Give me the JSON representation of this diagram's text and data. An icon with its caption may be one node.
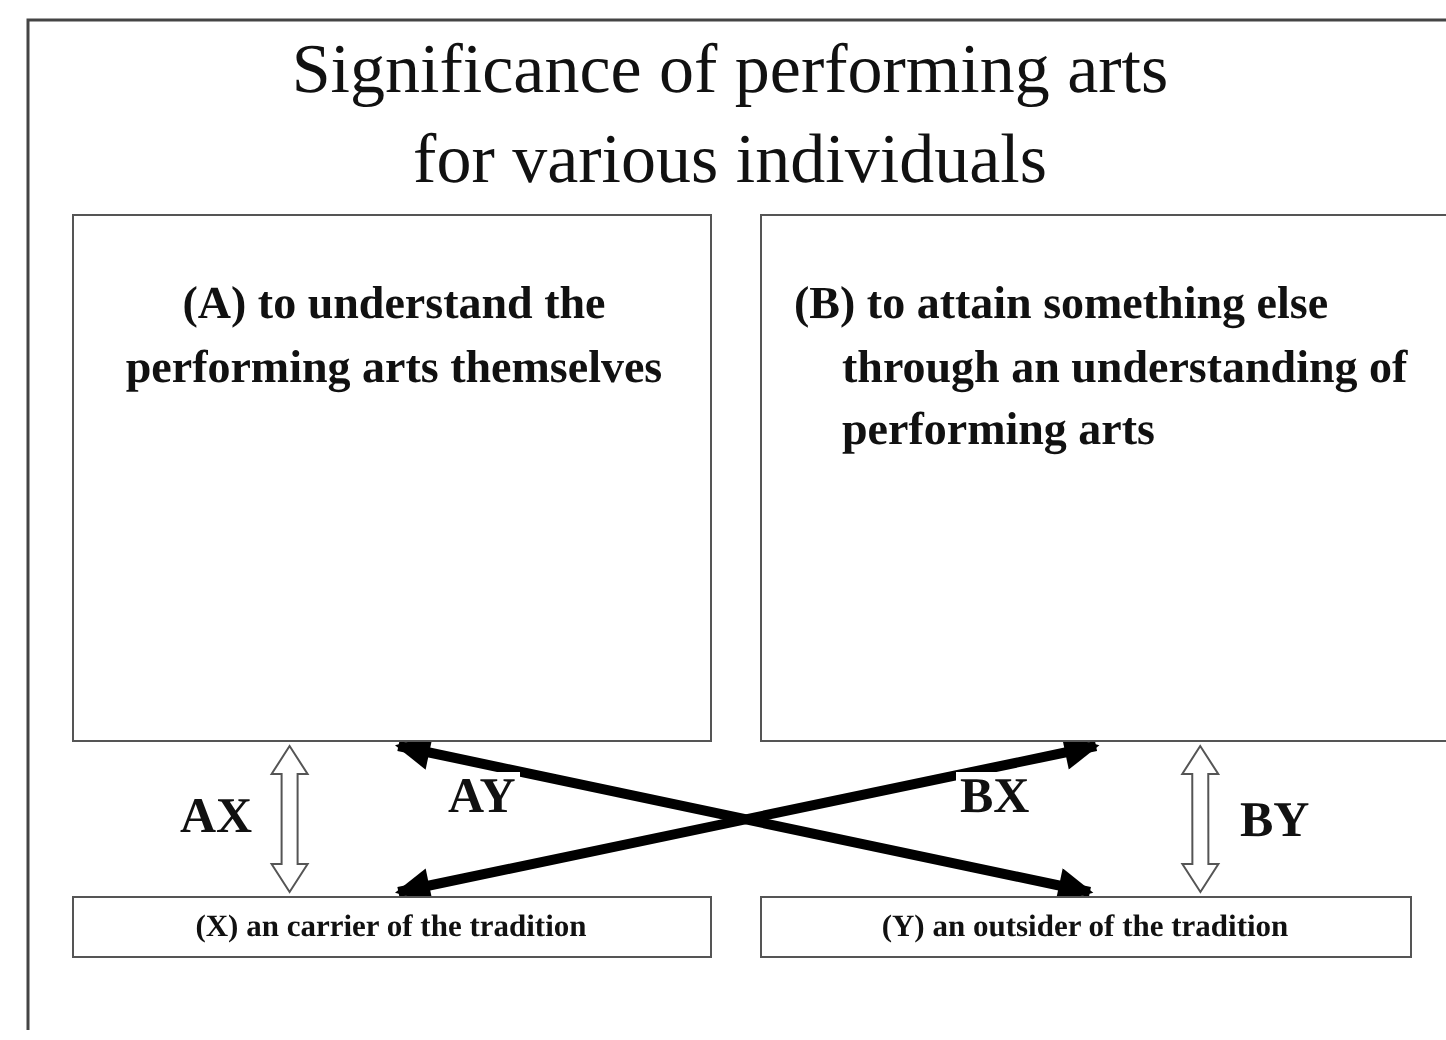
{
  "diagram": {
    "title": "Significance of performing arts for various individuals",
    "nodes": [
      {
        "text": [
          "(A) to understand the performing arts themselves"
        ]
      },
      {
        "text": [
          "(B) to attain something else through an understanding of performing arts"
        ]
      },
      {
        "text": [
          "(X) an carrier of the tradition"
        ]
      },
      {
        "text": [
          "(Y) an outsider of the tradition"
        ]
      }
    ],
    "edges": [
      {
        "from": 0,
        "to": 2,
        "arrow": "both",
        "label": "AX"
      },
      {
        "from": 0,
        "to": 3,
        "arrow": "both",
        "label": "AY"
      },
      {
        "from": 1,
        "to": 2,
        "arrow": "both",
        "label": "BX"
      },
      {
        "from": 1,
        "to": 3,
        "arrow": "both",
        "label": "BY"
      }
    ]
  }
}
